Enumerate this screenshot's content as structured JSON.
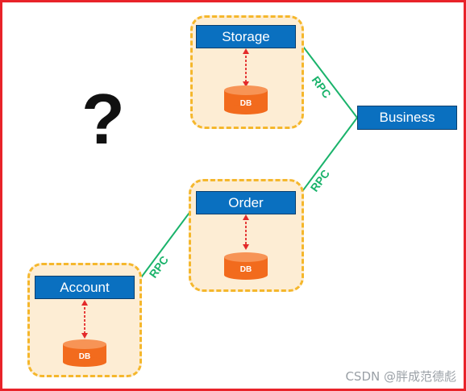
{
  "diagram": {
    "question_mark": "?",
    "services": {
      "storage": {
        "label": "Storage",
        "db_label": "DB"
      },
      "order": {
        "label": "Order",
        "db_label": "DB"
      },
      "account": {
        "label": "Account",
        "db_label": "DB"
      },
      "business": {
        "label": "Business"
      }
    },
    "connections": [
      {
        "from": "business",
        "to": "storage",
        "label": "RPC"
      },
      {
        "from": "business",
        "to": "order",
        "label": "RPC"
      },
      {
        "from": "order",
        "to": "account",
        "label": "RPC"
      }
    ],
    "watermark": "CSDN @胖成范德彪"
  },
  "colors": {
    "frame": "#e8232a",
    "group_border": "#f5b72c",
    "group_fill": "#fdedd4",
    "service_box": "#0a70c0",
    "db": "#f26b1d",
    "db_link": "#e32a2a",
    "rpc_line": "#1ab36b"
  }
}
